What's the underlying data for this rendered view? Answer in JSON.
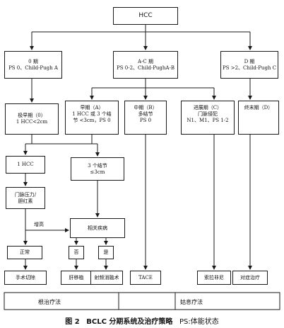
{
  "top": "HCC",
  "stage0": {
    "line1": "0 期",
    "line2": "PS 0、Child-Pugh A"
  },
  "stageAC": {
    "line1": "A-C 期",
    "line2": "PS 0-2、Child-PughA-B"
  },
  "stageD": {
    "line1": "D 期",
    "line2": "PS >2、Child-Pugh C"
  },
  "early0": {
    "line1": "极早期（0）",
    "line2": "1 HCC<2cm"
  },
  "earlyA": {
    "line1": "早期（A）",
    "line2": "1 HCC 或 3 个结",
    "line3": "节    <3cm，PS 0"
  },
  "midB": {
    "line1": "中期（B）",
    "line2": "多结节",
    "line3": "PS 0"
  },
  "advC": {
    "line1": "进展期（C）",
    "line2": "门脉侵犯",
    "line3": "N1、M1、PS 1-2"
  },
  "endD": {
    "line1": "终末期（D）"
  },
  "oneHCC": "1 HCC",
  "threeNod": {
    "line1": "3 个结节",
    "line2": "≤3cm"
  },
  "portal": {
    "line1": "门脉压力/",
    "line2": "胆红素"
  },
  "increase": "增高",
  "disease": "相关疾病",
  "normal": "正常",
  "no": "否",
  "yes": "是",
  "resection": "手术切除",
  "transplant": "肝移植",
  "rfa": "射频消融术",
  "tace": "TACE",
  "sorafenib": "索拉非尼",
  "symptomatic": "对症治疗",
  "curative": "根治疗法",
  "palliative": "姑息疗法",
  "caption": {
    "fig": "图 2",
    "title": "BCLC 分期系统及治疗策略",
    "note": "PS:体能状态"
  }
}
